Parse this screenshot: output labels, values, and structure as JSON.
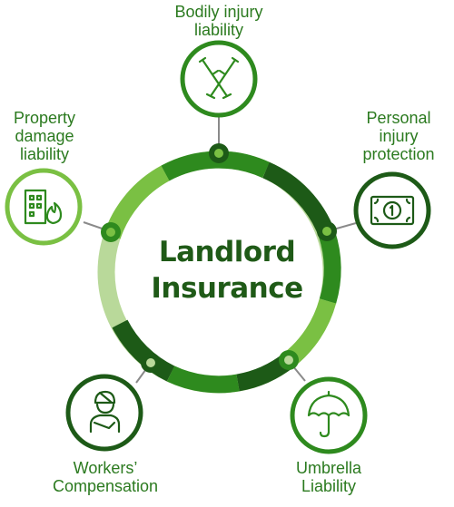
{
  "center": {
    "line1": "Landlord",
    "line2": "Insurance"
  },
  "nodes": [
    {
      "key": "bodily",
      "label_lines": [
        "Bodily injury",
        "liability"
      ],
      "icon": "crutches-icon"
    },
    {
      "key": "personal",
      "label_lines": [
        "Personal",
        "injury",
        "protection"
      ],
      "icon": "banknote-icon"
    },
    {
      "key": "umbrella",
      "label_lines": [
        "Umbrella",
        "Liability"
      ],
      "icon": "umbrella-icon"
    },
    {
      "key": "workers",
      "label_lines": [
        "Workers’",
        "Compensation"
      ],
      "icon": "injured-worker-icon"
    },
    {
      "key": "property",
      "label_lines": [
        "Property",
        "damage",
        "liability"
      ],
      "icon": "building-fire-icon"
    }
  ],
  "colors": {
    "dark_green": "#1d5a17",
    "mid_green": "#2e8a1e",
    "light_green": "#7ac043",
    "pale_green": "#b9d99a",
    "label_green": "#2b7a1f",
    "connector": "#8a8a8a"
  }
}
